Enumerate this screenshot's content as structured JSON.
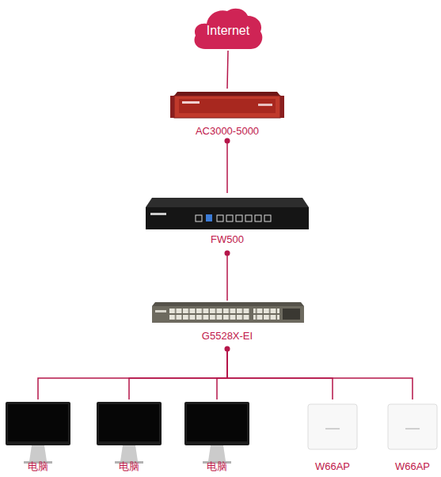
{
  "diagram": {
    "nodes": [
      {
        "text": [
          "Internet"
        ]
      },
      {
        "text": [
          "AC3000-5000"
        ]
      },
      {
        "text": [
          "FW500"
        ]
      },
      {
        "text": [
          "G5528X-EI"
        ]
      },
      {
        "text": [
          "电脑"
        ]
      },
      {
        "text": [
          "电脑"
        ]
      },
      {
        "text": [
          "电脑"
        ]
      },
      {
        "text": [
          "W66AP"
        ]
      },
      {
        "text": [
          "W66AP"
        ]
      }
    ],
    "edges": [
      {
        "from": 0,
        "to": 1,
        "arrow": "none"
      },
      {
        "from": 1,
        "to": 2,
        "arrow": "none"
      },
      {
        "from": 2,
        "to": 3,
        "arrow": "none"
      },
      {
        "from": 3,
        "to": 4,
        "arrow": "none"
      },
      {
        "from": 3,
        "to": 5,
        "arrow": "none"
      },
      {
        "from": 3,
        "to": 6,
        "arrow": "none"
      },
      {
        "from": 3,
        "to": 7,
        "arrow": "none"
      },
      {
        "from": 3,
        "to": 8,
        "arrow": "none"
      }
    ]
  }
}
